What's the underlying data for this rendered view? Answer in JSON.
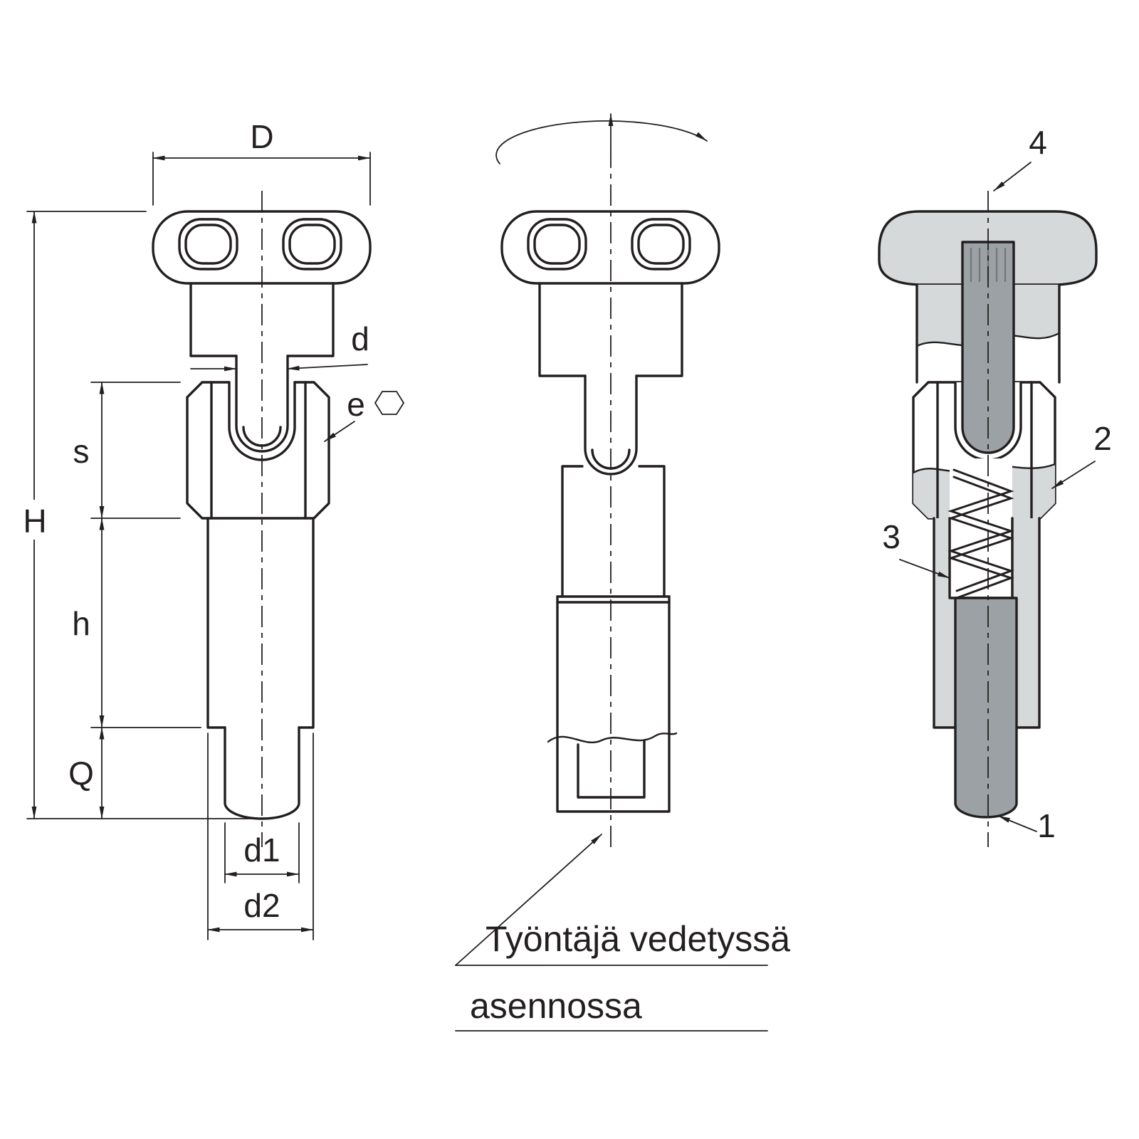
{
  "drawing": {
    "dimension_labels": {
      "D": "D",
      "d": "d",
      "e": "e",
      "s": "s",
      "H": "H",
      "h": "h",
      "Q": "Q",
      "d1": "d1",
      "d2": "d2"
    },
    "part_numbers": {
      "p1": "1",
      "p2": "2",
      "p3": "3",
      "p4": "4"
    },
    "annotation": {
      "line1": "Työntäjä vedetyssä",
      "line2": "asennossa"
    },
    "colors": {
      "line": "#231f20",
      "light_gray": "#d5d9da",
      "mid_gray": "#c3c8ca",
      "dark_gray": "#9ba1a4",
      "background": "#ffffff"
    }
  }
}
